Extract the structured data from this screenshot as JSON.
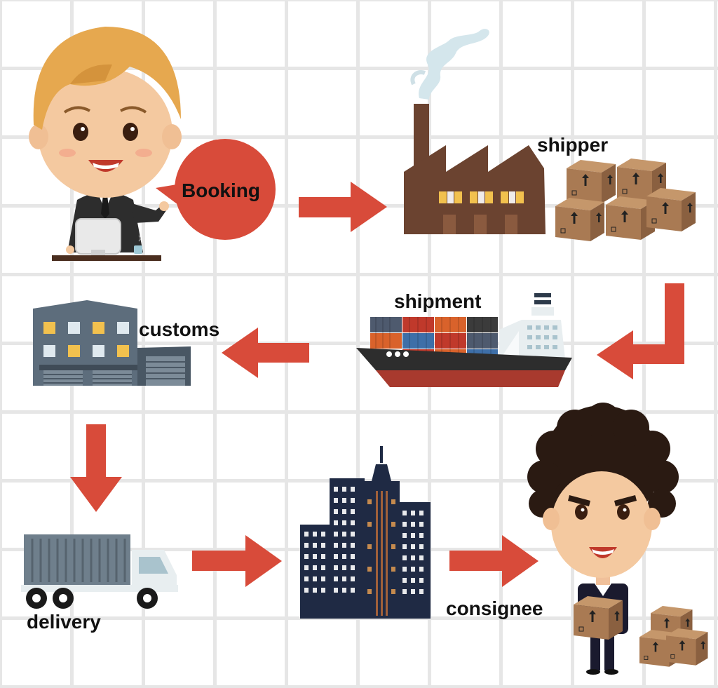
{
  "labels": {
    "booking": "Booking",
    "shipper": "shipper",
    "shipment": "shipment",
    "customs": "customs",
    "delivery": "delivery",
    "consignee": "consignee"
  },
  "colors": {
    "arrow": "#d84b3a",
    "bubble": "#d84b3a",
    "factory": "#6b4330",
    "box": "#a97a53",
    "navy": "#1f2a44",
    "warehouse": "#5d6d7c",
    "ship_hull": "#2d2d2d",
    "ship_band": "#a83a2e"
  },
  "icons": [
    "booking-agent",
    "speech-bubble",
    "factory-icon",
    "cargo-boxes-icon",
    "cargo-ship-icon",
    "customs-warehouse-icon",
    "delivery-truck-icon",
    "city-buildings-icon",
    "consignee-person-icon",
    "arrow-icon"
  ]
}
